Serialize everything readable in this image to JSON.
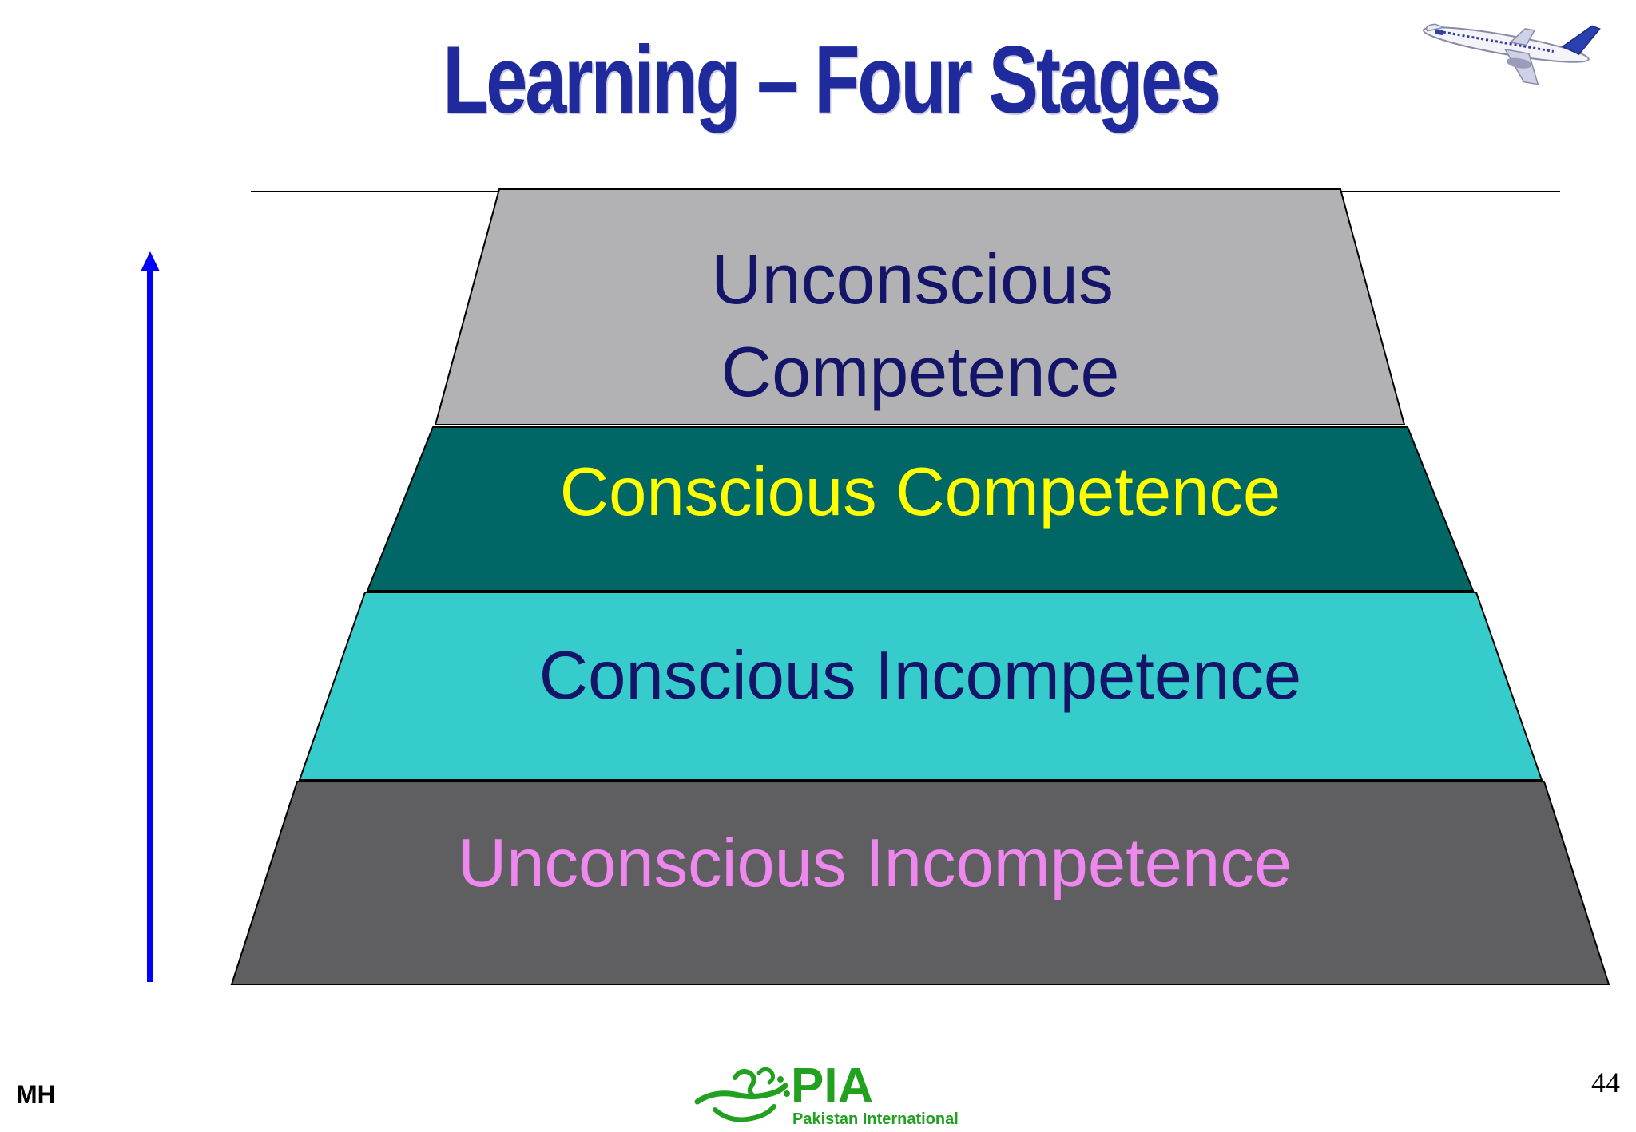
{
  "title": "Learning – Four Stages",
  "stages": [
    {
      "label_line1": "Unconscious",
      "label_line2": "Competence",
      "fill": "#b2b1b4",
      "text_color": "#141468"
    },
    {
      "label": "Conscious Competence",
      "fill": "#006666",
      "text_color": "#ffff00"
    },
    {
      "label": "Conscious Incompetence",
      "fill": "#36cccc",
      "text_color": "#141468"
    },
    {
      "label": "Unconscious Incompetence",
      "fill": "#5f5e60",
      "text_color": "#ee88ee"
    }
  ],
  "arrow_color": "#0000ff",
  "footer": {
    "author": "MH",
    "page": "44"
  },
  "logo": {
    "name": "PIA",
    "subtitle": "Pakistan International",
    "color": "#22a020"
  },
  "icons": {
    "airplane": "airplane-icon",
    "arrow": "up-arrow-icon"
  }
}
